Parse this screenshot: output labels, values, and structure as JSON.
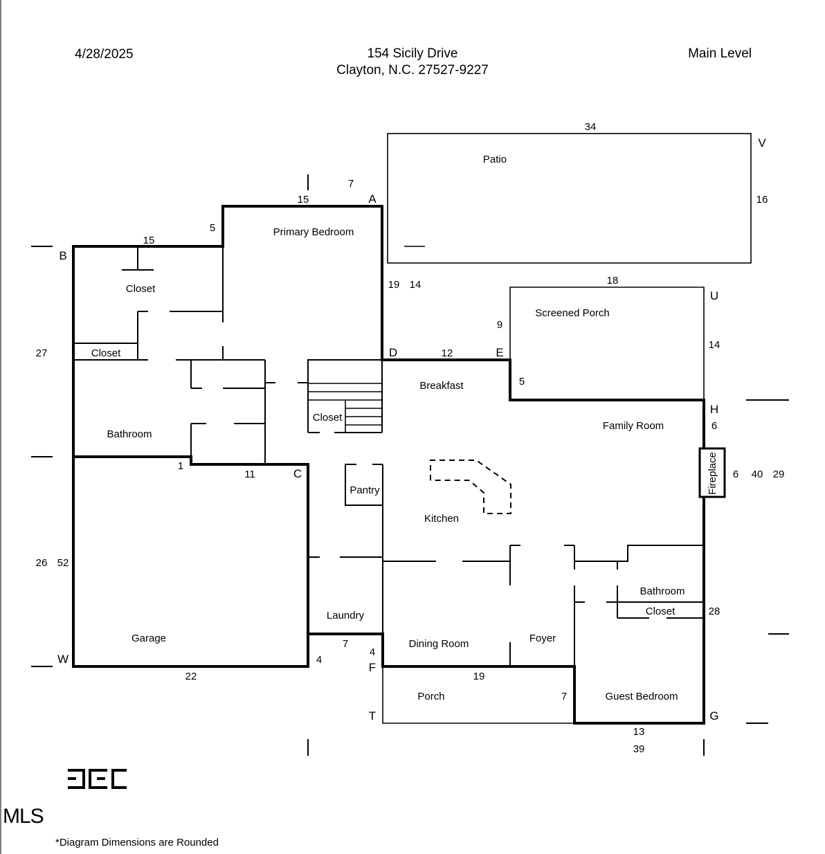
{
  "header": {
    "date": "4/28/2025",
    "address_line1": "154 Sicily Drive",
    "address_line2": "Clayton, N.C. 27527-9227",
    "level": "Main Level"
  },
  "rooms": {
    "patio": "Patio",
    "primary_bedroom": "Primary Bedroom",
    "closet_top": "Closet",
    "closet_left": "Closet",
    "closet_stairs": "Closet",
    "bathroom_left": "Bathroom",
    "screened_porch": "Screened Porch",
    "breakfast": "Breakfast",
    "family_room": "Family Room",
    "fireplace": "Fireplace",
    "pantry": "Pantry",
    "kitchen": "Kitchen",
    "garage": "Garage",
    "laundry": "Laundry",
    "dining_room": "Dining Room",
    "foyer": "Foyer",
    "bathroom_right": "Bathroom",
    "closet_right": "Closet",
    "porch": "Porch",
    "guest_bedroom": "Guest Bedroom"
  },
  "points": {
    "A": "A",
    "B": "B",
    "C": "C",
    "D": "D",
    "E": "E",
    "F": "F",
    "G": "G",
    "H": "H",
    "T": "T",
    "U": "U",
    "V": "V",
    "W": "W"
  },
  "dimensions": {
    "patio_top": "34",
    "patio_right": "16",
    "top_7": "7",
    "primary_top": "15",
    "step_5": "5",
    "left_top": "15",
    "primary_right_19": "19",
    "primary_right_14": "14",
    "screened_top": "18",
    "screened_left": "9",
    "screened_right": "14",
    "d_e": "12",
    "e_down": "5",
    "h_6": "6",
    "fireplace_6": "6",
    "right_40": "40",
    "right_29": "29",
    "left_27": "27",
    "notch_1": "1",
    "bath_11": "11",
    "left_26": "26",
    "left_52": "52",
    "garage_bottom": "22",
    "garage_4": "4",
    "laundry_7": "7",
    "f_4": "4",
    "porch_top": "19",
    "porch_7": "7",
    "right_28": "28",
    "bottom_13": "13",
    "bottom_39": "39"
  },
  "logo": {
    "text": "MLS"
  },
  "footnote": "*Diagram Dimensions are Rounded"
}
